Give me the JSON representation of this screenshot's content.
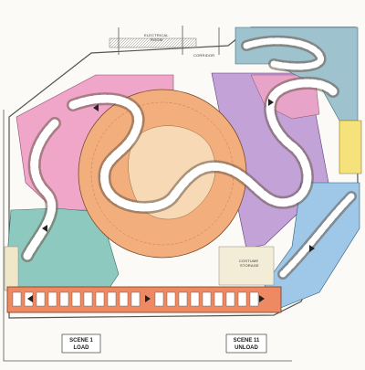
{
  "labels": {
    "electrical": [
      "ELECTRICAL",
      "ROOM"
    ],
    "corridor": "CORRIDOR",
    "costume": [
      "COSTUME",
      "STORAGE"
    ],
    "load": [
      "SCENE 1",
      "LOAD"
    ],
    "unload": [
      "SCENE 11",
      "UNLOAD"
    ]
  },
  "colors": {
    "pink_zone": "#f0a6c8",
    "teal_zone": "#8ec9bf",
    "orange_zone": "#f2ae7d",
    "purple_zone": "#c3a2d8",
    "blue_zone": "#9ec7e8",
    "yellow_zone": "#f6e27a",
    "tan_zone": "#efe7c8",
    "load_strip": "#ee8a63"
  }
}
